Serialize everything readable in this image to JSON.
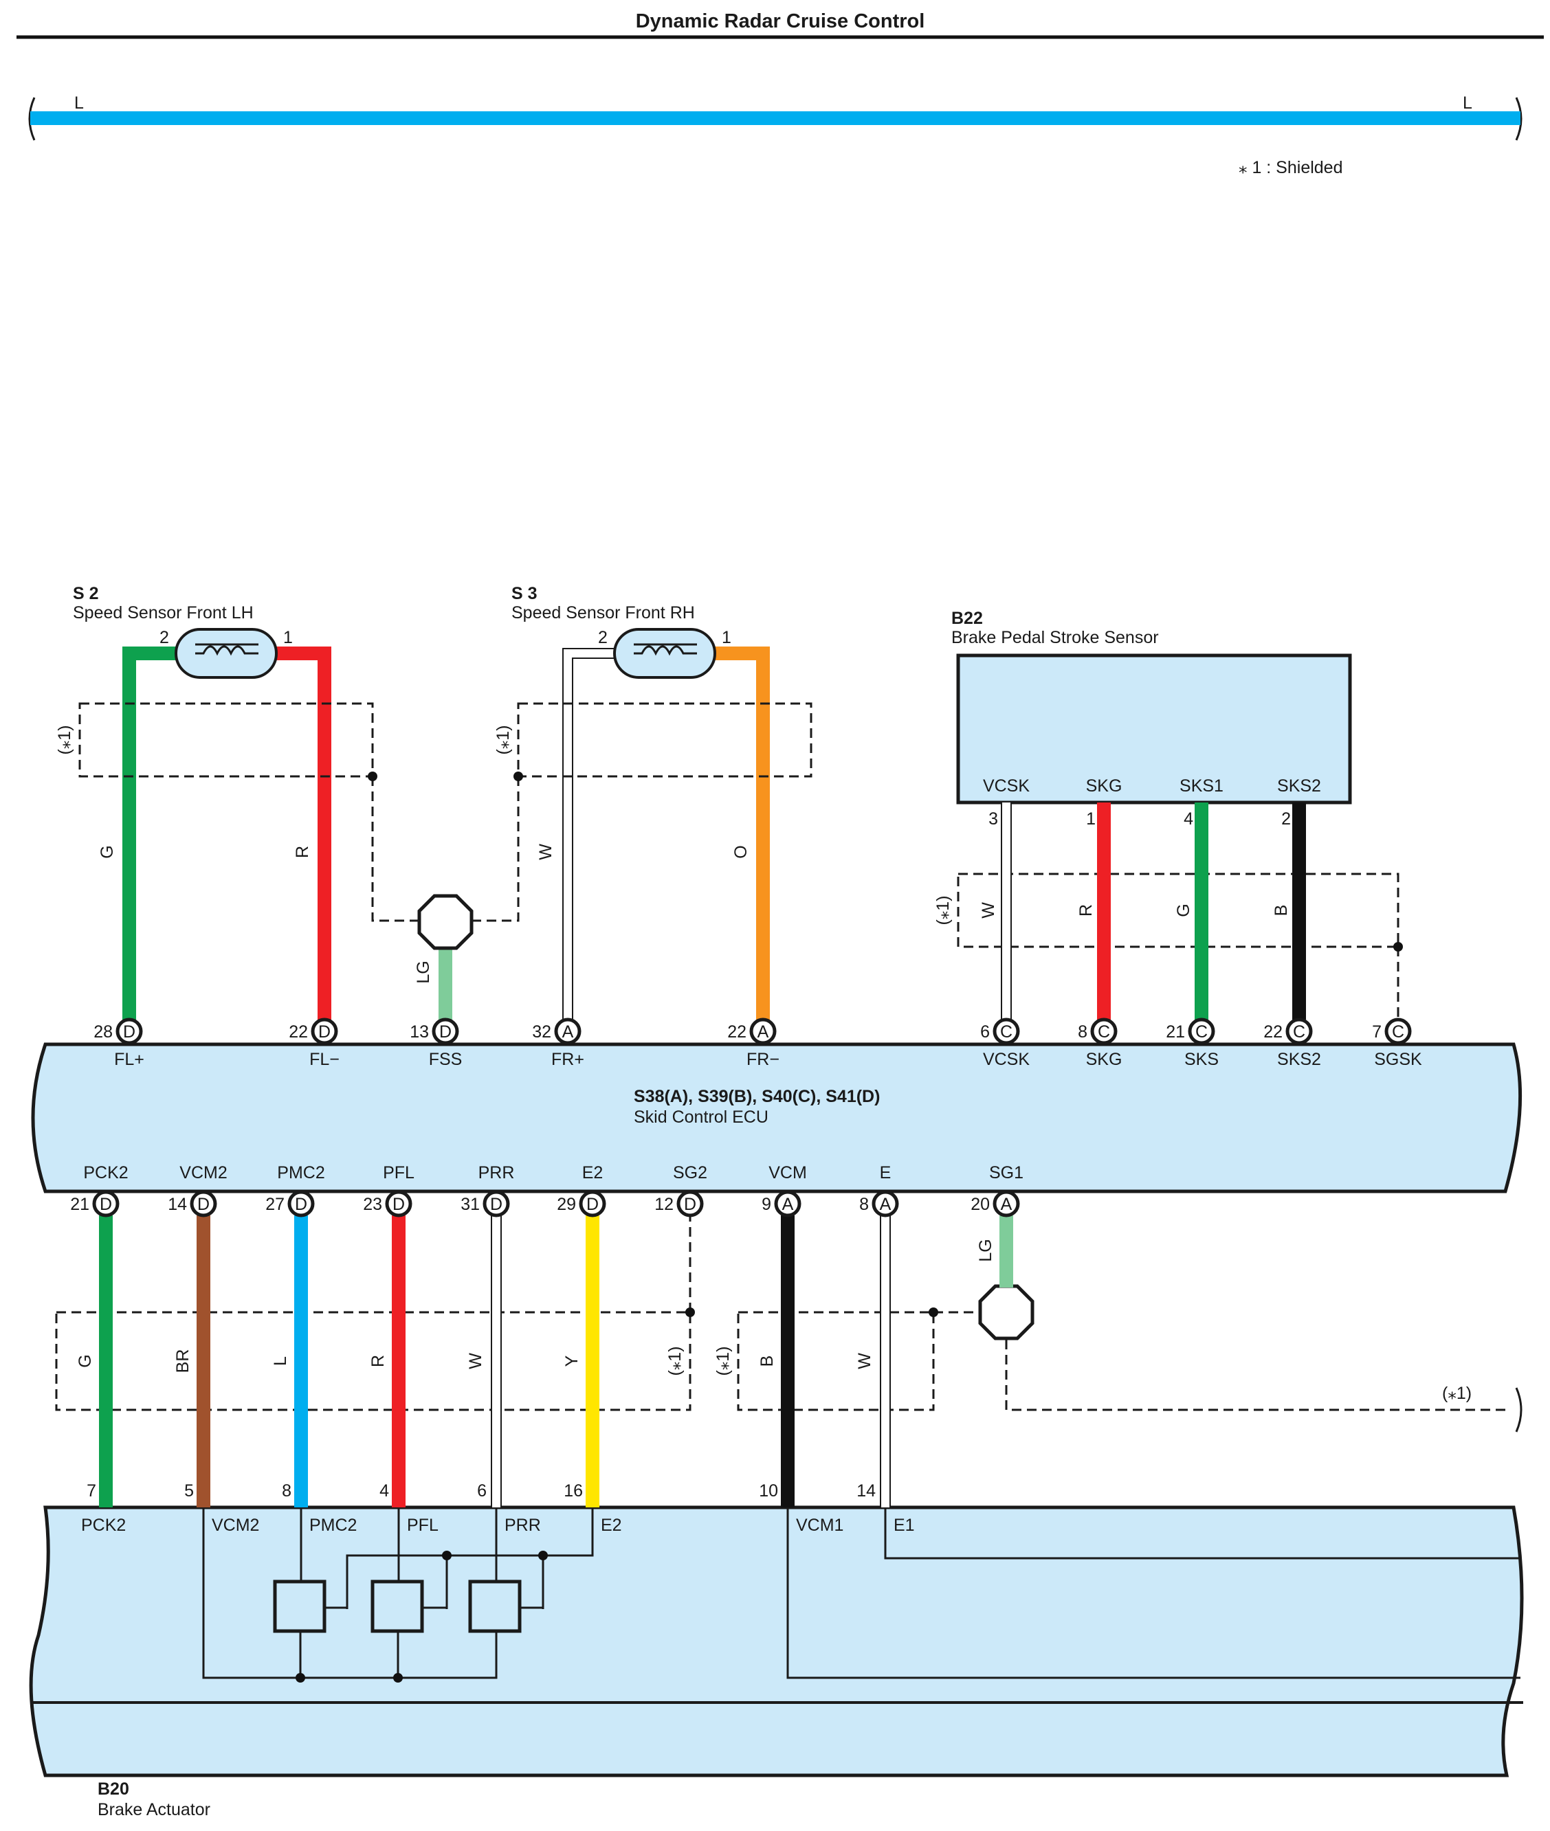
{
  "title": "Dynamic Radar Cruise Control",
  "colors": {
    "G": "#0ea14e",
    "R": "#ee2025",
    "O": "#f7931e",
    "LG": "#7fcc9a",
    "BR": "#a0522d",
    "L": "#00aeef",
    "Y": "#ffe600",
    "B": "#111111",
    "W": "#ffffff",
    "box_fill": "#cce9f9"
  },
  "legend_bar": {
    "left_label": "L",
    "right_label": "L",
    "note": "⁎ 1 : Shielded"
  },
  "components": {
    "s2": {
      "code": "S 2",
      "name": "Speed Sensor Front LH",
      "pins": [
        "2",
        "1"
      ]
    },
    "s3": {
      "code": "S 3",
      "name": "Speed Sensor Front RH",
      "pins": [
        "2",
        "1"
      ]
    },
    "b22": {
      "code": "B22",
      "name": "Brake Pedal Stroke Sensor",
      "terminals": [
        "VCSK",
        "SKG",
        "SKS1",
        "SKS2"
      ]
    },
    "ecu": {
      "code": "S38(A), S39(B), S40(C), S41(D)",
      "name": "Skid Control ECU"
    },
    "b20": {
      "code": "B20",
      "name": "Brake Actuator"
    }
  },
  "shield_label": "(⁎1)",
  "upper_wires": [
    {
      "color": "G",
      "label": "G",
      "pin": "28",
      "conn": "D",
      "terminal": "FL+"
    },
    {
      "color": "R",
      "label": "R",
      "pin": "22",
      "conn": "D",
      "terminal": "FL−"
    },
    {
      "color": "LG",
      "label": "LG",
      "pin": "13",
      "conn": "D",
      "terminal": "FSS"
    },
    {
      "color": "W",
      "label": "W",
      "pin": "32",
      "conn": "A",
      "terminal": "FR+"
    },
    {
      "color": "O",
      "label": "O",
      "pin": "22",
      "conn": "A",
      "terminal": "FR−"
    },
    {
      "color": "W",
      "label": "W",
      "pin": "6",
      "conn": "C",
      "terminal": "VCSK",
      "sensor_pin": "3"
    },
    {
      "color": "R",
      "label": "R",
      "pin": "8",
      "conn": "C",
      "terminal": "SKG",
      "sensor_pin": "1"
    },
    {
      "color": "G",
      "label": "G",
      "pin": "21",
      "conn": "C",
      "terminal": "SKS",
      "sensor_pin": "4"
    },
    {
      "color": "B",
      "label": "B",
      "pin": "22",
      "conn": "C",
      "terminal": "SKS2",
      "sensor_pin": "2"
    },
    {
      "color": "none",
      "label": "",
      "pin": "7",
      "conn": "C",
      "terminal": "SGSK"
    }
  ],
  "lower_wires": [
    {
      "color": "G",
      "label": "G",
      "pin": "21",
      "conn": "D",
      "terminal": "PCK2",
      "act_pin": "7",
      "act_terminal": "PCK2"
    },
    {
      "color": "BR",
      "label": "BR",
      "pin": "14",
      "conn": "D",
      "terminal": "VCM2",
      "act_pin": "5",
      "act_terminal": "VCM2"
    },
    {
      "color": "L",
      "label": "L",
      "pin": "27",
      "conn": "D",
      "terminal": "PMC2",
      "act_pin": "8",
      "act_terminal": "PMC2"
    },
    {
      "color": "R",
      "label": "R",
      "pin": "23",
      "conn": "D",
      "terminal": "PFL",
      "act_pin": "4",
      "act_terminal": "PFL"
    },
    {
      "color": "W",
      "label": "W",
      "pin": "31",
      "conn": "D",
      "terminal": "PRR",
      "act_pin": "6",
      "act_terminal": "PRR"
    },
    {
      "color": "Y",
      "label": "Y",
      "pin": "29",
      "conn": "D",
      "terminal": "E2",
      "act_pin": "16",
      "act_terminal": "E2"
    },
    {
      "color": "none",
      "label": "",
      "pin": "12",
      "conn": "D",
      "terminal": "SG2"
    },
    {
      "color": "B",
      "label": "B",
      "pin": "9",
      "conn": "A",
      "terminal": "VCM",
      "act_pin": "10",
      "act_terminal": "VCM1"
    },
    {
      "color": "W",
      "label": "W",
      "pin": "8",
      "conn": "A",
      "terminal": "E",
      "act_pin": "14",
      "act_terminal": "E1"
    },
    {
      "color": "LG",
      "label": "LG",
      "pin": "20",
      "conn": "A",
      "terminal": "SG1"
    }
  ]
}
